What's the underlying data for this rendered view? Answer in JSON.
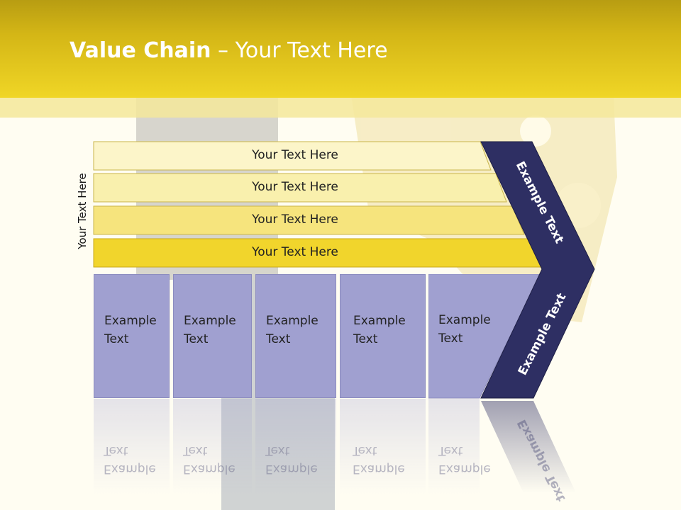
{
  "title": {
    "bold": "Value Chain",
    "rest": " – Your Text Here"
  },
  "side_label": "Your Text Here",
  "rows": [
    {
      "label": "Your Text Here",
      "color": "#fcf5c9"
    },
    {
      "label": "Your Text Here",
      "color": "#f9f0ad"
    },
    {
      "label": "Your Text Here",
      "color": "#f6e47d"
    },
    {
      "label": "Your Text Here",
      "color": "#f1d52c"
    }
  ],
  "boxes": [
    {
      "line1": "Example",
      "line2": "Text"
    },
    {
      "line1": "Example",
      "line2": "Text"
    },
    {
      "line1": "Example",
      "line2": "Text"
    },
    {
      "line1": "Example",
      "line2": "Text"
    },
    {
      "line1": "Example",
      "line2": "Text"
    }
  ],
  "chevron": {
    "upper_text": "Example Text",
    "lower_text": "Example Text",
    "color": "#2e2f63"
  },
  "colors": {
    "header": "#d4b616",
    "box": "#a0a0d0",
    "background": "#fffdf2"
  }
}
